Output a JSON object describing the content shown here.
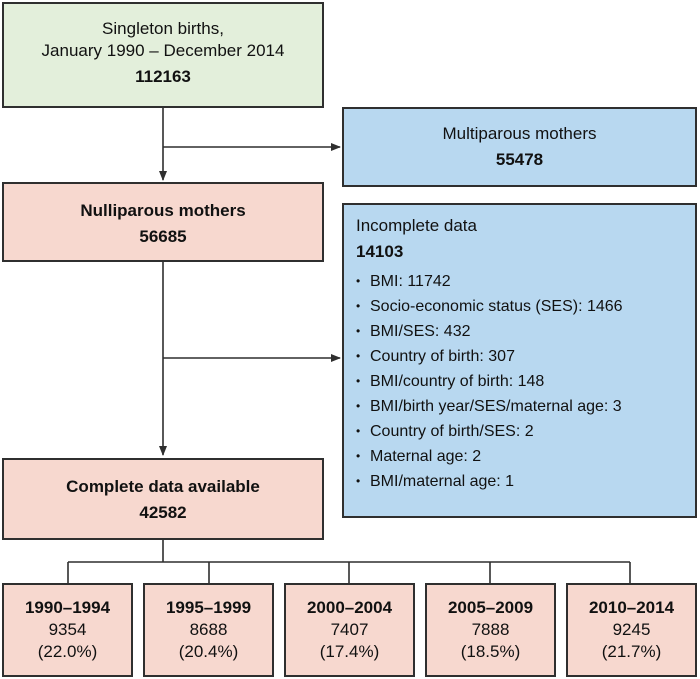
{
  "boxes": {
    "singleton": {
      "line1": "Singleton births,",
      "line2": "January 1990 – December 2014",
      "count": "112163"
    },
    "multiparous": {
      "title": "Multiparous mothers",
      "count": "55478"
    },
    "nulliparous": {
      "title": "Nulliparous mothers",
      "count": "56685"
    },
    "incomplete": {
      "title": "Incomplete data",
      "count": "14103",
      "items": [
        "BMI: 11742",
        "Socio-economic status (SES): 1466",
        "BMI/SES: 432",
        "Country of birth: 307",
        "BMI/country of birth: 148",
        "BMI/birth year/SES/maternal age: 3",
        "Country of birth/SES: 2",
        "Maternal age: 2",
        "BMI/maternal age: 1"
      ]
    },
    "complete": {
      "title": "Complete data available",
      "count": "42582"
    }
  },
  "periods": [
    {
      "label": "1990–1994",
      "count": "9354",
      "pct": "(22.0%)"
    },
    {
      "label": "1995–1999",
      "count": "8688",
      "pct": "(20.4%)"
    },
    {
      "label": "2000–2004",
      "count": "7407",
      "pct": "(17.4%)"
    },
    {
      "label": "2005–2009",
      "count": "7888",
      "pct": "(18.5%)"
    },
    {
      "label": "2010–2014",
      "count": "9245",
      "pct": "(21.7%)"
    }
  ]
}
